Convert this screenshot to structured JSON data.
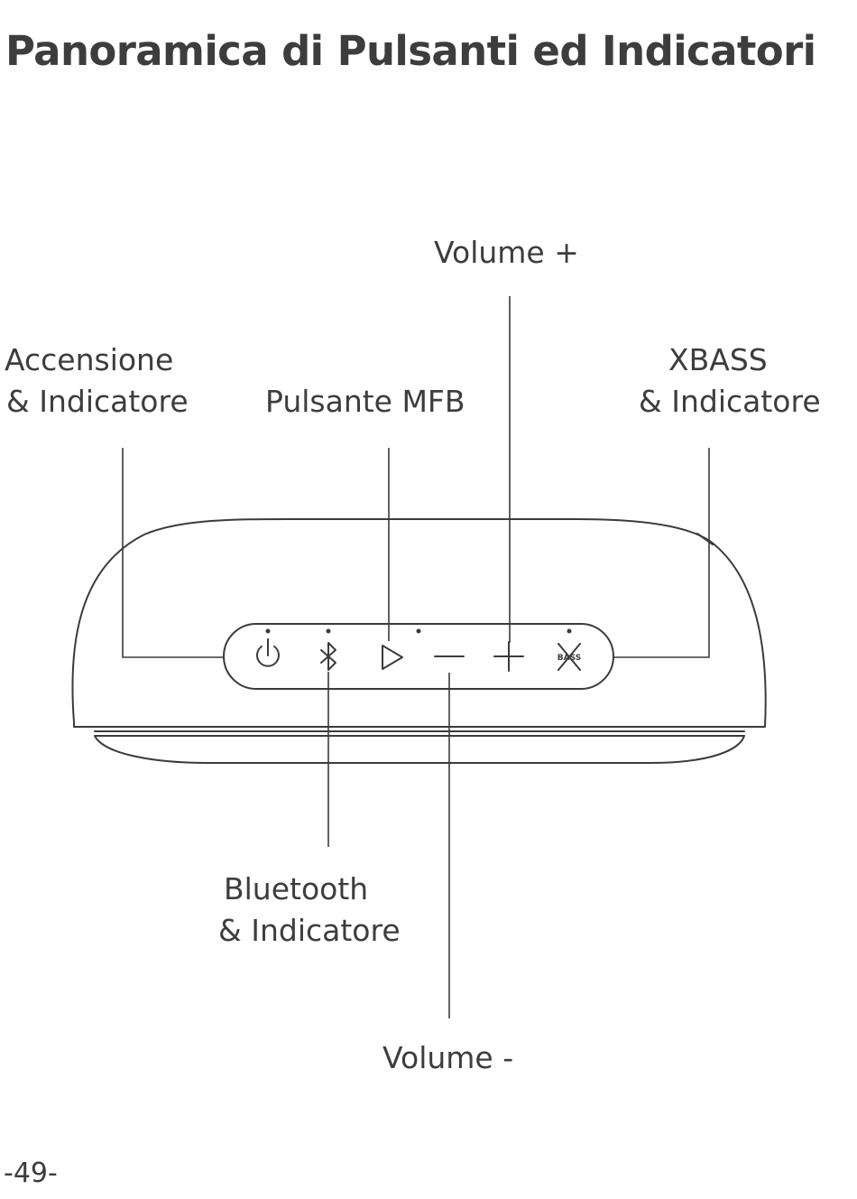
{
  "title": "Panoramica di Pulsanti ed Indicatori",
  "labels": {
    "volume_plus": "Volume +",
    "power_line1": "Accensione",
    "power_line2": "& Indicatore",
    "mfb": "Pulsante MFB",
    "xbass_line1": "XBASS",
    "xbass_line2": "& Indicatore",
    "bluetooth_line1": "Bluetooth",
    "bluetooth_line2": "& Indicatore",
    "volume_minus": "Volume -"
  },
  "icons": {
    "power": "power-icon",
    "bluetooth": "bluetooth-icon",
    "play": "play-icon",
    "minus": "minus-icon",
    "plus": "plus-icon",
    "xbass": "xbass-icon"
  },
  "xbass_icon_text": "BASS",
  "page_number": "-49-",
  "colors": {
    "line": "#3b3b3b",
    "text": "#3d3d3d"
  }
}
